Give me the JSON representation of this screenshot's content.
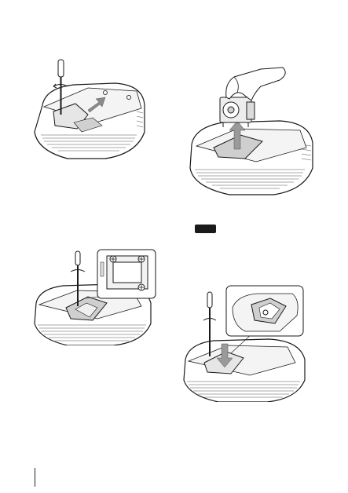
{
  "figures": [
    {
      "name": "remove-lamp-cover",
      "icons": [
        "screwdriver-icon",
        "rotate-arrow-icon",
        "slide-arrow-icon"
      ]
    },
    {
      "name": "pull-out-lamp-unit",
      "icons": [
        "hand-icon",
        "lamp-unit-icon",
        "up-arrow-icon"
      ]
    },
    {
      "name": "loosen-lamp-screws",
      "icons": [
        "screwdriver-icon",
        "screw-detail-inset-icon"
      ]
    },
    {
      "name": "attach-lamp-cover",
      "icons": [
        "screwdriver-icon",
        "down-arrow-icon",
        "cover-detail-inset-icon"
      ]
    }
  ],
  "note": {
    "label": ""
  },
  "colors": {
    "line": "#1a1a1a",
    "fill": "#ffffff",
    "shade": "#cfcfcf",
    "arrow": "#8a8a8a"
  }
}
